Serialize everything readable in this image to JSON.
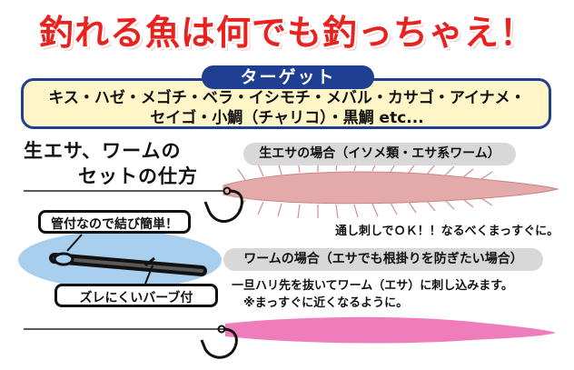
{
  "headline": "釣れる魚は何でも釣っちゃえ！",
  "target": {
    "label": "ターゲット",
    "species_line1": "キス・ハゼ・メゴチ・ベラ・イシモチ・メバル・カサゴ・アイナメ・",
    "species_line2": "セイゴ・小鯛（チャリコ）・黒鯛 etc..."
  },
  "section": {
    "title_line1": "生エサ、ワームの",
    "title_line2": "セットの仕方"
  },
  "live_bait": {
    "label": "生エサの場合（イソメ類・エサ系ワーム）",
    "note": "通し刺しでＯＫ！！なるべくまっすぐに。"
  },
  "worm": {
    "label": "ワームの場合（エサでも根掛りを防ぎたい場合）",
    "note1": "一旦ハリ先を抜いてワーム（エサ）に刺し込みます。",
    "note2": "※まっすぐに近くなるように。"
  },
  "hook_detail": {
    "callout_top": "管付なので結び簡単！",
    "callout_bottom": "ズレにくいバーブ付"
  },
  "colors": {
    "headline": "#e8231f",
    "accent_blue": "#1f3f93",
    "target_bg": "#fff5c6",
    "live_bait": "#e4a9a9",
    "worm": "#f07dbb",
    "hook_bg": "#a9cfee"
  }
}
